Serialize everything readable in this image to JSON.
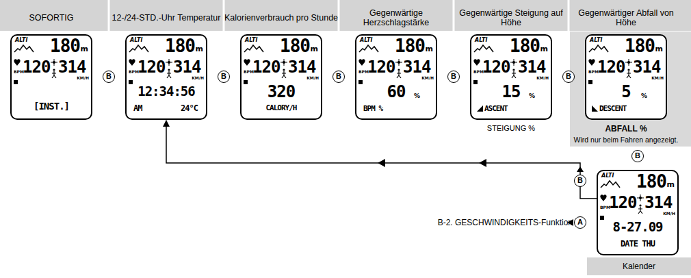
{
  "diagram": {
    "nodes": [
      {
        "text": [
          "SOFORTIG",
          "ALTI",
          "180",
          "m",
          "BPM",
          "120",
          "314",
          "KM/H",
          "[INST.]"
        ]
      },
      {
        "text": [
          "12-/24-STD.-Uhr Temperatur",
          "ALTI",
          "180",
          "m",
          "BPM",
          "120",
          "314",
          "KM/H",
          "12:34:56",
          "AM",
          "24°C"
        ]
      },
      {
        "text": [
          "Kalorienverbrauch pro Stunde",
          "ALTI",
          "180",
          "m",
          "BPM",
          "120",
          "314",
          "KM/H",
          "320",
          "CALORY/H"
        ]
      },
      {
        "text": [
          "Gegenwärtige Herzschlagstärke",
          "ALTI",
          "180",
          "m",
          "BPM",
          "120",
          "314",
          "KM/H",
          "60",
          "%",
          "BPM %"
        ]
      },
      {
        "text": [
          "Gegenwärtige Steigung auf Höhe",
          "ALTI",
          "180",
          "m",
          "BPM",
          "120",
          "314",
          "KM/H",
          "15",
          "%",
          "ASCENT",
          "STEIGUNG %"
        ]
      },
      {
        "text": [
          "Gegenwärtiger Abfall von Höhe",
          "ALTI",
          "180",
          "m",
          "BPM",
          "120",
          "314",
          "KM/H",
          "5",
          "%",
          "DESCENT",
          "ABFALL %",
          "Wird nur beim Fahren angezeigt."
        ]
      },
      {
        "text": [
          "Kalender",
          "ALTI",
          "180",
          "m",
          "BPM",
          "120",
          "314",
          "KM/H",
          "8-27.09",
          "DATE THU"
        ]
      }
    ],
    "edges": [
      {
        "from": 6,
        "to": 1,
        "arrow": "to",
        "label": "B"
      }
    ],
    "labels": [
      "B",
      "B",
      "B",
      "B",
      "B",
      "B",
      "A",
      "B-2. GESCHWINDIGKEITS-Funktion"
    ]
  }
}
